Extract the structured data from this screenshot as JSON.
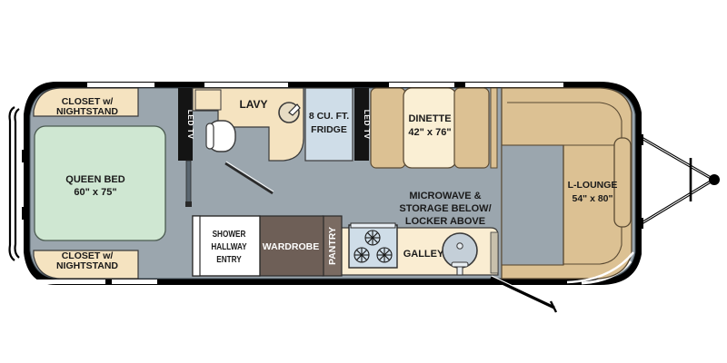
{
  "diagram": {
    "type": "rv-travel-trailer-floorplan",
    "orientation": "rear-left-front-right",
    "background_color": "#ffffff"
  },
  "palette": {
    "shell_outline": "#000000",
    "floor": "#9ba6ae",
    "cabinet_tan": "#f5e3c0",
    "upholstery_tan": "#dcc193",
    "bed_green": "#cfe7d2",
    "appliance_blue": "#cfdde8",
    "wardrobe_brown": "#6e5f57",
    "pantry_brown": "#7a6b62",
    "shower_white": "#ffffff",
    "tv_black": "#141414",
    "window_white": "#ffffff"
  },
  "labels": {
    "closet_top": {
      "line1": "CLOSET w/",
      "line2": "NIGHTSTAND"
    },
    "closet_bottom": {
      "line1": "CLOSET w/",
      "line2": "NIGHTSTAND"
    },
    "queen_bed": {
      "line1": "QUEEN BED",
      "line2": "60\" x 75\""
    },
    "lavy": "LAVY",
    "fridge": {
      "line1": "8 CU. FT.",
      "line2": "FRIDGE"
    },
    "led_tv_rear": "LED TV",
    "led_tv_front": "LED TV",
    "dinette": {
      "line1": "DINETTE",
      "line2": "42\" x 76\""
    },
    "microwave": {
      "line1": "MICROWAVE &",
      "line2": "STORAGE BELOW/",
      "line3": "LOCKER ABOVE"
    },
    "galley": "GALLEY",
    "pantry": "PANTRY",
    "wardrobe": "WARDROBE",
    "shower": {
      "line1": "SHOWER",
      "line2": "HALLWAY",
      "line3": "ENTRY"
    },
    "l_lounge": {
      "line1": "L-LOUNGE",
      "line2": "54\" x 80\""
    }
  },
  "icons": {
    "cooktop": "three-burner-cooktop-icon",
    "galley_sink": "round-sink-faucet-icon",
    "lavy_sink": "round-lavatory-sink-icon",
    "toilet": "toilet-icon",
    "hitch": "a-frame-hitch-icon",
    "entry_door_swing": "door-swing-arc-icon",
    "bath_door_swing": "bathroom-door-swing-icon"
  }
}
